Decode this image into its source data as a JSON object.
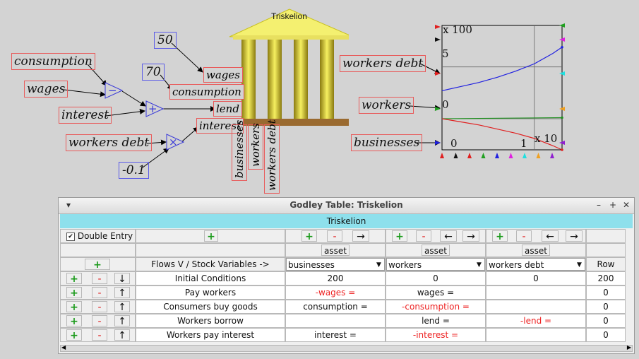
{
  "canvas": {
    "variables": {
      "consumption": "consumption",
      "wages": "wages",
      "interest": "interest",
      "workers_debt": "workers debt"
    },
    "params": {
      "p50": "50",
      "p70": "70",
      "pneg": "-0.1"
    },
    "ops": {
      "minus": "−",
      "plus": "+",
      "times": "×"
    },
    "bank": {
      "title": "Triskelion",
      "flows": [
        "wages",
        "consumption",
        "lend",
        "interest"
      ],
      "stocks": [
        "businesses",
        "workers",
        "workers debt"
      ]
    },
    "plot": {
      "ymax_label": "x 100",
      "y5": "5",
      "y0": "0",
      "x0": "0",
      "x1": "1",
      "xmax_label": "x 10",
      "inputs": [
        "workers debt",
        "workers",
        "businesses"
      ]
    }
  },
  "chart_data": {
    "type": "line",
    "xlabel": "",
    "ylabel": "",
    "xlim": [
      0,
      13
    ],
    "ylim": [
      -300,
      900
    ],
    "series": [
      {
        "color": "#2020e0",
        "x": [
          0,
          2,
          4,
          6,
          8,
          10,
          12,
          13
        ],
        "y": [
          270,
          310,
          350,
          400,
          460,
          530,
          630,
          690
        ]
      },
      {
        "color": "#209020",
        "x": [
          0,
          13
        ],
        "y": [
          0,
          10
        ]
      },
      {
        "color": "#e02020",
        "x": [
          0,
          2,
          4,
          6,
          8,
          10,
          12,
          13
        ],
        "y": [
          0,
          -30,
          -60,
          -100,
          -140,
          -190,
          -260,
          -300
        ]
      }
    ]
  },
  "godley": {
    "window_title": "Godley Table: Triskelion",
    "tab": "Triskelion",
    "double_entry_label": "Double Entry",
    "double_entry_checked": "✔",
    "buttons": {
      "add": "+",
      "remove": "-",
      "right": "→",
      "left": "←",
      "down": "↓",
      "up": "↑"
    },
    "asset_label": "asset",
    "flows_header": "Flows V / Stock Variables ->",
    "columns": [
      "businesses",
      "workers",
      "workers debt"
    ],
    "row_sum_header": "Row Sum",
    "rows": [
      {
        "label": "Initial Conditions",
        "cells": [
          "200",
          "0",
          "0"
        ],
        "sum": "200",
        "move": "↓"
      },
      {
        "label": "Pay workers",
        "cells": [
          "-wages =",
          "wages =",
          ""
        ],
        "sum": "0",
        "move": "↑"
      },
      {
        "label": "Consumers buy goods",
        "cells": [
          "consumption =",
          "-consumption =",
          ""
        ],
        "sum": "0",
        "move": "↑"
      },
      {
        "label": "Workers borrow",
        "cells": [
          "",
          "lend =",
          "-lend ="
        ],
        "sum": "0",
        "move": "↑"
      },
      {
        "label": "Workers pay interest",
        "cells": [
          "interest =",
          "-interest =",
          ""
        ],
        "sum": "0",
        "move": "↑"
      }
    ]
  }
}
